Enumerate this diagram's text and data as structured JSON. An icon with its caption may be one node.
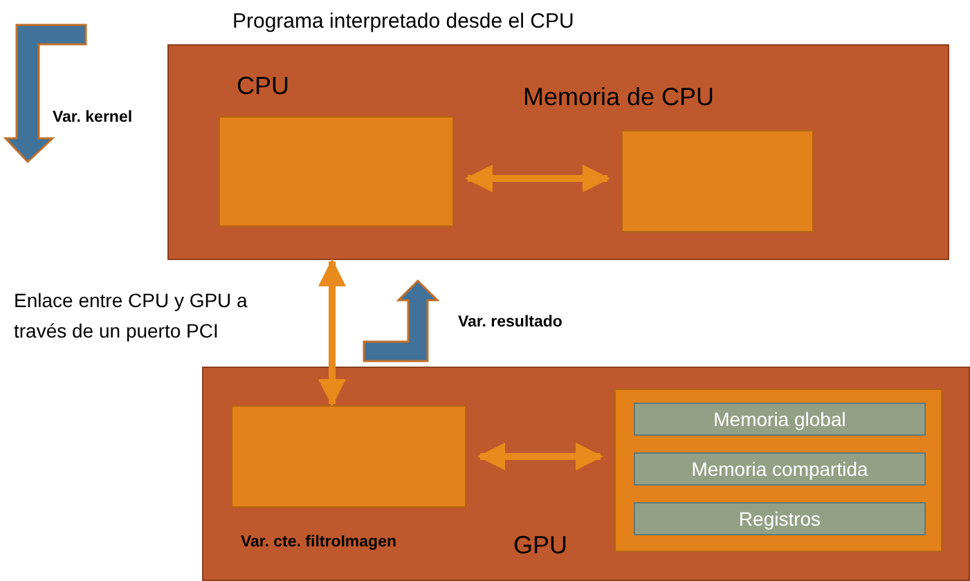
{
  "diagram": {
    "nodes": [
      {
        "text": [
          "Programa interpretado desde el CPU"
        ]
      },
      {
        "text": [
          "CPU"
        ],
        "in": 0
      },
      {
        "text": [
          "Memoria de CPU"
        ],
        "in": 0
      },
      {
        "text": [
          "GPU"
        ]
      },
      {
        "text": [
          "Var. cte. filtroImagen"
        ],
        "in": 3
      },
      {
        "text": [],
        "shape": "box",
        "in": 3
      },
      {
        "text": [
          "Memoria global"
        ],
        "in": 5
      },
      {
        "text": [
          "Memoria compartida"
        ],
        "in": 5
      },
      {
        "text": [
          "Registros"
        ],
        "in": 5
      }
    ],
    "edges": [
      {
        "from": 1,
        "to": 2,
        "arrow": "both"
      },
      {
        "from": 0,
        "to": 4,
        "arrow": "both"
      },
      {
        "from": 4,
        "to": 5,
        "arrow": "both"
      }
    ],
    "labels": [
      "Var. kernel",
      "Enlace entre CPU y GPU a través de un puerto PCI",
      "Var. resultado"
    ]
  }
}
